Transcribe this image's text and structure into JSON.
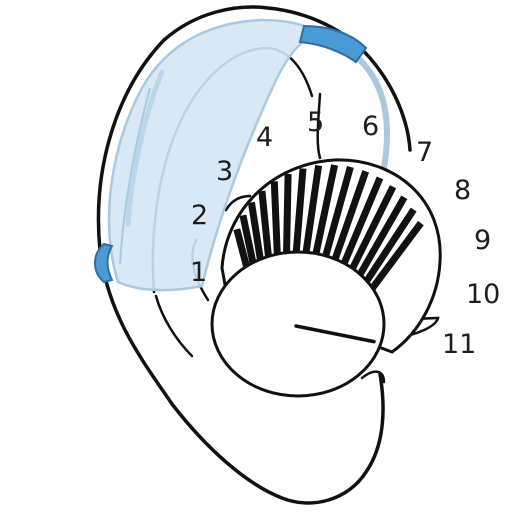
{
  "dial": {
    "numbers": [
      "1",
      "2",
      "3",
      "4",
      "5",
      "6",
      "7",
      "8",
      "9",
      "10",
      "11"
    ],
    "level": 11,
    "max_level": 11
  },
  "colors": {
    "outline": "#111111",
    "device_fill": "#d4e7f4",
    "device_edge": "#a9c9e0",
    "accent_blue": "#4a9ad6",
    "knob_fill": "#ffffff",
    "text": "#1e1e1e"
  },
  "icons": {
    "ear": "ear-outline",
    "device": "behind-the-ear-hearing-aid",
    "knob": "volume-knob"
  }
}
